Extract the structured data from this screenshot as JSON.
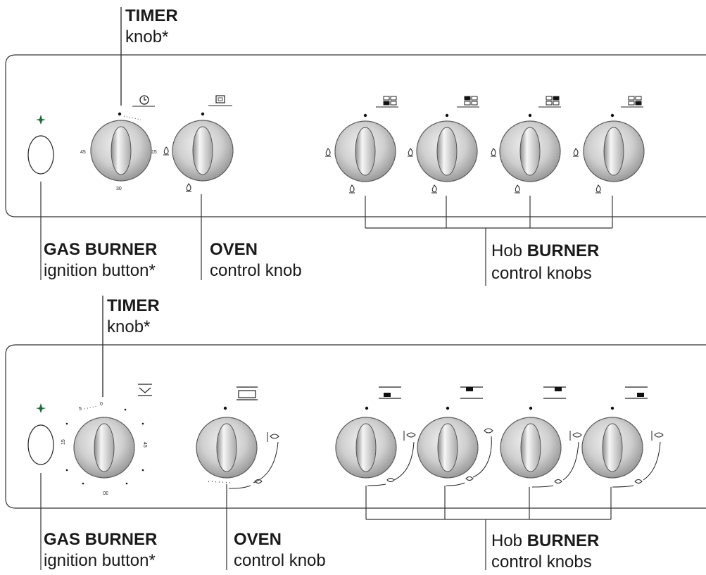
{
  "top_panel": {
    "timer": {
      "title": "TIMER",
      "subtitle": "knob*",
      "ticks": [
        "45",
        "15",
        "30"
      ]
    },
    "gas_burner": {
      "title": "GAS BURNER",
      "subtitle": "ignition button*"
    },
    "oven": {
      "title": "OVEN",
      "subtitle": "control knob"
    },
    "hob": {
      "prefix": "Hob ",
      "title": "BURNER",
      "subtitle": "control knobs"
    }
  },
  "bottom_panel": {
    "timer": {
      "title": "TIMER",
      "subtitle": "knob*",
      "ticks": [
        "0",
        "5",
        "15",
        "45",
        "30"
      ]
    },
    "gas_burner": {
      "title": "GAS BURNER",
      "subtitle": "ignition button*"
    },
    "oven": {
      "title": "OVEN",
      "subtitle": "control knob"
    },
    "hob": {
      "prefix": "Hob ",
      "title": "BURNER",
      "subtitle": "control knobs"
    }
  },
  "icons": [
    "spark-icon",
    "clock-icon",
    "oven-icon",
    "hob-zone-icon",
    "flame-icon",
    "timer-down-icon"
  ]
}
